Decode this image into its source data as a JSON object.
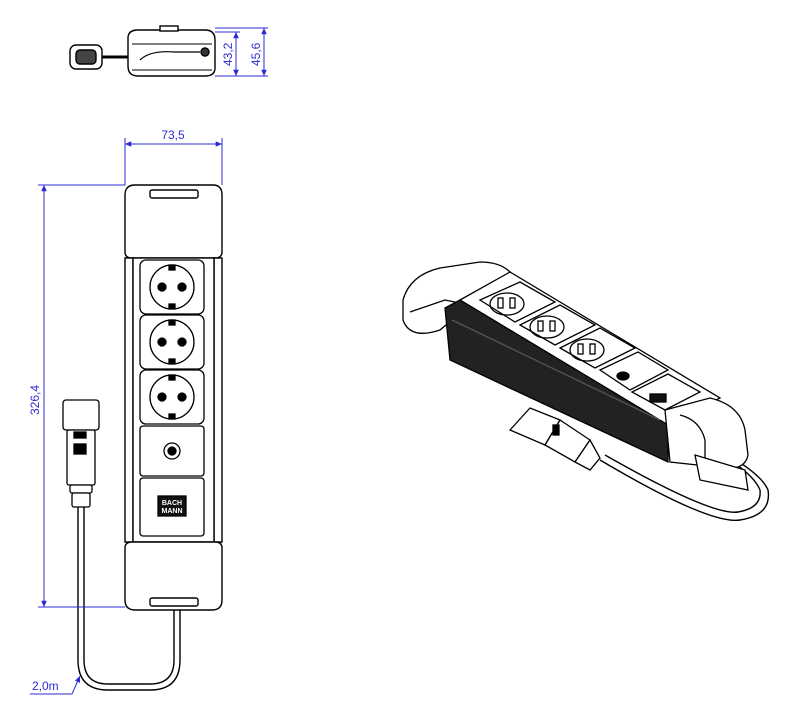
{
  "dimensions": {
    "height_small": "43,2",
    "height_large": "45,6",
    "width": "73,5",
    "length": "326,4",
    "cable": "2,0m"
  },
  "brand": {
    "logo_line1": "BACH",
    "logo_line2": "MANN"
  },
  "colors": {
    "dimension": "#2b2bd6",
    "outline": "#000000",
    "fill": "#ffffff"
  }
}
